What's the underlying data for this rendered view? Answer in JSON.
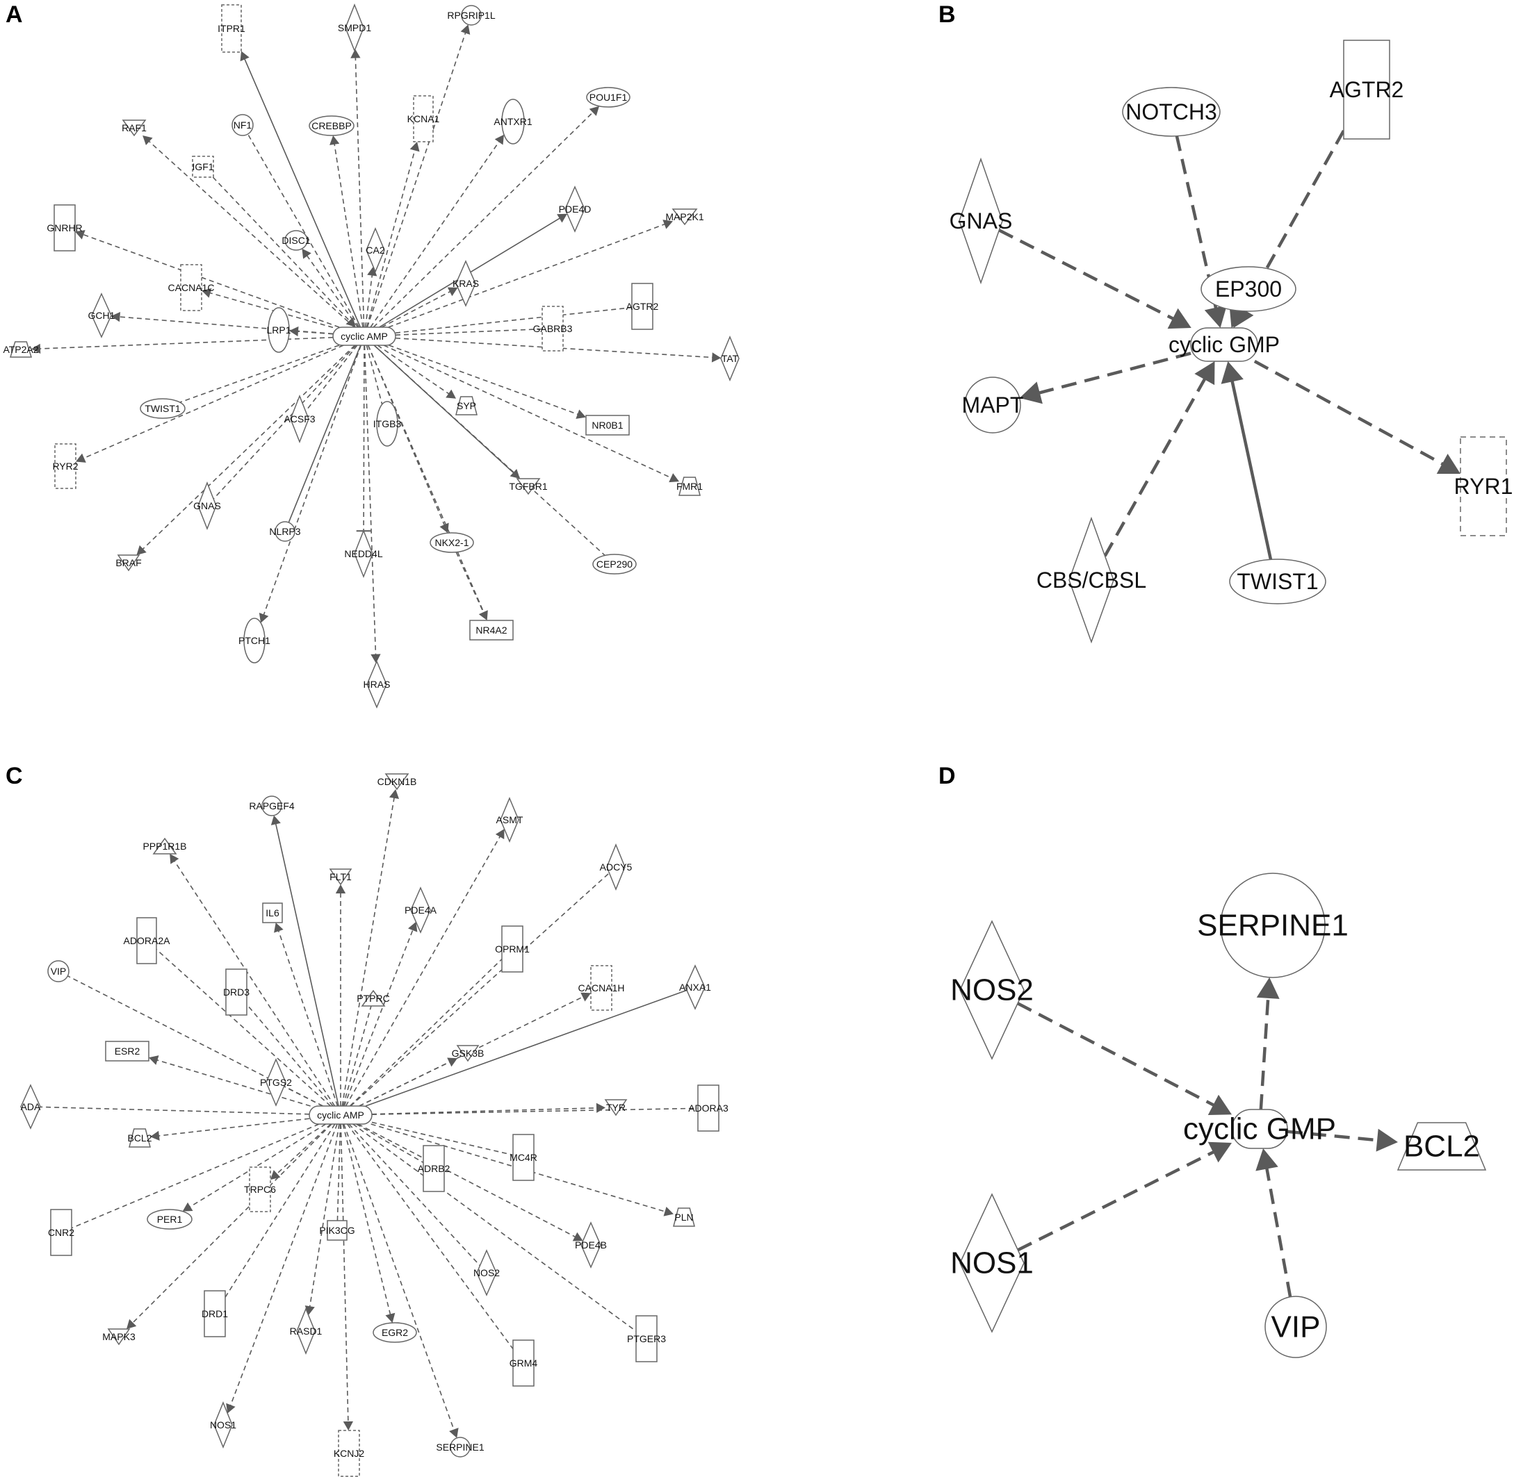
{
  "panels": [
    {
      "id": "A",
      "letter": "A",
      "center": {
        "label": "cyclic AMP",
        "shape": "rounded"
      },
      "nodes": [
        {
          "id": "ITPR1",
          "label": "ITPR1",
          "shape": "dashed-rect",
          "edge": "out",
          "line": "solid"
        },
        {
          "id": "SMPD1",
          "label": "SMPD1",
          "shape": "diamond",
          "edge": "out",
          "line": "dashed"
        },
        {
          "id": "RPGRIP1L",
          "label": "RPGRIP1L",
          "shape": "circle",
          "edge": "out",
          "line": "dashed"
        },
        {
          "id": "POU1F1",
          "label": "POU1F1",
          "shape": "ellipse",
          "edge": "out",
          "line": "dashed"
        },
        {
          "id": "ANTXR1",
          "label": "ANTXR1",
          "shape": "ellipse-v",
          "edge": "out",
          "line": "dashed"
        },
        {
          "id": "KCNA1",
          "label": "KCNA1",
          "shape": "dashed-rect",
          "edge": "out",
          "line": "dashed"
        },
        {
          "id": "CREBBP",
          "label": "CREBBP",
          "shape": "ellipse",
          "edge": "out",
          "line": "dashed"
        },
        {
          "id": "NF1",
          "label": "NF1",
          "shape": "circle",
          "edge": "none",
          "line": "dashed"
        },
        {
          "id": "RAF1",
          "label": "RAF1",
          "shape": "triangle-down",
          "edge": "out",
          "line": "dashed"
        },
        {
          "id": "IGF1",
          "label": "IGF1",
          "shape": "dashed-rect",
          "edge": "in",
          "line": "dashed"
        },
        {
          "id": "GNRHR",
          "label": "GNRHR",
          "shape": "rect-v",
          "edge": "out",
          "line": "dashed"
        },
        {
          "id": "DISC1",
          "label": "DISC1",
          "shape": "circle",
          "edge": "out",
          "line": "dashed"
        },
        {
          "id": "CA2",
          "label": "CA2",
          "shape": "diamond",
          "edge": "out",
          "line": "dashed"
        },
        {
          "id": "PDE4D",
          "label": "PDE4D",
          "shape": "diamond",
          "edge": "out",
          "line": "solid"
        },
        {
          "id": "MAP2K1",
          "label": "MAP2K1",
          "shape": "triangle-down",
          "edge": "out",
          "line": "dashed"
        },
        {
          "id": "KRAS",
          "label": "KRAS",
          "shape": "diamond",
          "edge": "out",
          "line": "dashed"
        },
        {
          "id": "CACNA1C",
          "label": "CACNA1C",
          "shape": "dashed-rect",
          "edge": "out",
          "line": "dashed"
        },
        {
          "id": "GCH1",
          "label": "GCH1",
          "shape": "diamond",
          "edge": "out",
          "line": "dashed"
        },
        {
          "id": "LRP1",
          "label": "LRP1",
          "shape": "ellipse-v",
          "edge": "out",
          "line": "dashed"
        },
        {
          "id": "AGTR2",
          "label": "AGTR2",
          "shape": "rect-v",
          "edge": "none",
          "line": "dashed"
        },
        {
          "id": "GABRB3",
          "label": "GABRB3",
          "shape": "dashed-rect",
          "edge": "none",
          "line": "dashed"
        },
        {
          "id": "ATP2A2",
          "label": "ATP2A2",
          "shape": "trapezoid",
          "edge": "out",
          "line": "dashed"
        },
        {
          "id": "TAT",
          "label": "TAT",
          "shape": "diamond",
          "edge": "out",
          "line": "dashed"
        },
        {
          "id": "TWIST1",
          "label": "TWIST1",
          "shape": "ellipse",
          "edge": "none",
          "line": "dashed"
        },
        {
          "id": "ACSF3",
          "label": "ACSF3",
          "shape": "diamond",
          "edge": "none",
          "line": "dashed"
        },
        {
          "id": "ITGB3",
          "label": "ITGB3",
          "shape": "ellipse-v",
          "edge": "none",
          "line": "dashed"
        },
        {
          "id": "SYP",
          "label": "SYP",
          "shape": "trapezoid",
          "edge": "out",
          "line": "dashed"
        },
        {
          "id": "NR0B1",
          "label": "NR0B1",
          "shape": "rect",
          "edge": "out",
          "line": "dashed"
        },
        {
          "id": "RYR2",
          "label": "RYR2",
          "shape": "dashed-rect",
          "edge": "out",
          "line": "dashed"
        },
        {
          "id": "FMR1",
          "label": "FMR1",
          "shape": "trapezoid",
          "edge": "out",
          "line": "dashed"
        },
        {
          "id": "TGFBR1",
          "label": "TGFBR1",
          "shape": "triangle-down",
          "edge": "out",
          "line": "solid"
        },
        {
          "id": "GNAS",
          "label": "GNAS",
          "shape": "diamond",
          "edge": "none",
          "line": "dashed"
        },
        {
          "id": "NLRP3",
          "label": "NLRP3",
          "shape": "circle",
          "edge": "none",
          "line": "solid"
        },
        {
          "id": "NEDD4L",
          "label": "NEDD4L",
          "shape": "diamond",
          "edge": "inhibit",
          "line": "dashed"
        },
        {
          "id": "NKX2-1",
          "label": "NKX2-1",
          "shape": "ellipse",
          "edge": "out",
          "line": "dashed"
        },
        {
          "id": "CEP290",
          "label": "CEP290",
          "shape": "ellipse",
          "edge": "none",
          "line": "dashed"
        },
        {
          "id": "BRAF",
          "label": "BRAF",
          "shape": "triangle-down",
          "edge": "out",
          "line": "dashed"
        },
        {
          "id": "PTCH1",
          "label": "PTCH1",
          "shape": "ellipse-v",
          "edge": "out",
          "line": "dashed"
        },
        {
          "id": "HRAS",
          "label": "HRAS",
          "shape": "diamond",
          "edge": "out",
          "line": "dashed"
        },
        {
          "id": "NR4A2",
          "label": "NR4A2",
          "shape": "rect",
          "edge": "none",
          "line": "dashed"
        }
      ],
      "extra_edges": [
        {
          "from": "NKX2-1",
          "to": "NR4A2",
          "edge": "out",
          "line": "dashed"
        }
      ]
    },
    {
      "id": "B",
      "letter": "B",
      "center": {
        "label": "cyclic GMP",
        "shape": "rounded"
      },
      "nodes": [
        {
          "id": "AGTR2",
          "label": "AGTR2",
          "shape": "rect-v",
          "edge": "in",
          "line": "dashed"
        },
        {
          "id": "NOTCH3",
          "label": "NOTCH3",
          "shape": "ellipse",
          "edge": "in",
          "line": "dashed"
        },
        {
          "id": "GNAS",
          "label": "GNAS",
          "shape": "diamond",
          "edge": "in",
          "line": "dashed"
        },
        {
          "id": "EP300",
          "label": "EP300",
          "shape": "ellipse",
          "edge": "in",
          "line": "dashed"
        },
        {
          "id": "MAPT",
          "label": "MAPT",
          "shape": "circle",
          "edge": "out",
          "line": "dashed"
        },
        {
          "id": "RYR1",
          "label": "RYR1",
          "shape": "dashed-rect",
          "edge": "out",
          "line": "dashed"
        },
        {
          "id": "CBS/CBSL",
          "label": "CBS/CBSL",
          "shape": "diamond",
          "edge": "in",
          "line": "dashed"
        },
        {
          "id": "TWIST1",
          "label": "TWIST1",
          "shape": "ellipse",
          "edge": "in-from-inhibit",
          "line": "solid"
        }
      ]
    },
    {
      "id": "C",
      "letter": "C",
      "center": {
        "label": "cyclic AMP",
        "shape": "rounded"
      },
      "nodes": [
        {
          "id": "CDKN1B",
          "label": "CDKN1B",
          "shape": "triangle-down",
          "edge": "out",
          "line": "dashed"
        },
        {
          "id": "RAPGEF4",
          "label": "RAPGEF4",
          "shape": "circle",
          "edge": "out",
          "line": "solid"
        },
        {
          "id": "ASMT",
          "label": "ASMT",
          "shape": "diamond",
          "edge": "out",
          "line": "dashed"
        },
        {
          "id": "PPP1R1B",
          "label": "PPP1R1B",
          "shape": "triangle-up",
          "edge": "out",
          "line": "dashed"
        },
        {
          "id": "ADCY5",
          "label": "ADCY5",
          "shape": "diamond",
          "edge": "none",
          "line": "dashed"
        },
        {
          "id": "FLT1",
          "label": "FLT1",
          "shape": "triangle-down",
          "edge": "out",
          "line": "dashed"
        },
        {
          "id": "PDE4A",
          "label": "PDE4A",
          "shape": "diamond",
          "edge": "out",
          "line": "dashed"
        },
        {
          "id": "IL6",
          "label": "IL6",
          "shape": "rect",
          "edge": "out",
          "line": "dashed"
        },
        {
          "id": "ADORA2A",
          "label": "ADORA2A",
          "shape": "rect-v",
          "edge": "none",
          "line": "dashed"
        },
        {
          "id": "OPRM1",
          "label": "OPRM1",
          "shape": "rect-v",
          "edge": "none",
          "line": "dashed"
        },
        {
          "id": "VIP",
          "label": "VIP",
          "shape": "circle",
          "edge": "none",
          "line": "dashed"
        },
        {
          "id": "DRD3",
          "label": "DRD3",
          "shape": "rect-v",
          "edge": "none",
          "line": "dashed"
        },
        {
          "id": "CACNA1H",
          "label": "CACNA1H",
          "shape": "dashed-rect",
          "edge": "out",
          "line": "dashed"
        },
        {
          "id": "ANXA1",
          "label": "ANXA1",
          "shape": "diamond",
          "edge": "none",
          "line": "solid"
        },
        {
          "id": "PTPRC",
          "label": "PTPRC",
          "shape": "triangle-up",
          "edge": "none",
          "line": "dashed"
        },
        {
          "id": "ESR2",
          "label": "ESR2",
          "shape": "rect",
          "edge": "out",
          "line": "dashed"
        },
        {
          "id": "GSK3B",
          "label": "GSK3B",
          "shape": "triangle-down",
          "edge": "out",
          "line": "dashed"
        },
        {
          "id": "PTGS2",
          "label": "PTGS2",
          "shape": "diamond",
          "edge": "none",
          "line": "dashed"
        },
        {
          "id": "ADA",
          "label": "ADA",
          "shape": "diamond",
          "edge": "none",
          "line": "dashed"
        },
        {
          "id": "TYR",
          "label": "TYR",
          "shape": "triangle-down",
          "edge": "out",
          "line": "dashed"
        },
        {
          "id": "ADORA3",
          "label": "ADORA3",
          "shape": "rect-v",
          "edge": "none",
          "line": "dashed"
        },
        {
          "id": "BCL2",
          "label": "BCL2",
          "shape": "trapezoid",
          "edge": "out",
          "line": "dashed"
        },
        {
          "id": "ADRB2",
          "label": "ADRB2",
          "shape": "rect-v",
          "edge": "none",
          "line": "dashed"
        },
        {
          "id": "MC4R",
          "label": "MC4R",
          "shape": "rect-v",
          "edge": "none",
          "line": "dashed"
        },
        {
          "id": "TRPC6",
          "label": "TRPC6",
          "shape": "dashed-rect",
          "edge": "out",
          "line": "dashed"
        },
        {
          "id": "CNR2",
          "label": "CNR2",
          "shape": "rect-v",
          "edge": "none",
          "line": "dashed"
        },
        {
          "id": "PER1",
          "label": "PER1",
          "shape": "ellipse",
          "edge": "out",
          "line": "dashed"
        },
        {
          "id": "PLN",
          "label": "PLN",
          "shape": "trapezoid",
          "edge": "out",
          "line": "dashed"
        },
        {
          "id": "PIK3CG",
          "label": "PIK3CG",
          "shape": "rect",
          "edge": "none",
          "line": "dashed"
        },
        {
          "id": "PDE4B",
          "label": "PDE4B",
          "shape": "diamond",
          "edge": "out",
          "line": "dashed"
        },
        {
          "id": "NOS2",
          "label": "NOS2",
          "shape": "diamond",
          "edge": "none",
          "line": "dashed"
        },
        {
          "id": "DRD1",
          "label": "DRD1",
          "shape": "rect-v",
          "edge": "none",
          "line": "dashed"
        },
        {
          "id": "MAPK3",
          "label": "MAPK3",
          "shape": "triangle-down",
          "edge": "out",
          "line": "dashed"
        },
        {
          "id": "RASD1",
          "label": "RASD1",
          "shape": "diamond",
          "edge": "out",
          "line": "dashed"
        },
        {
          "id": "EGR2",
          "label": "EGR2",
          "shape": "ellipse",
          "edge": "out",
          "line": "dashed"
        },
        {
          "id": "PTGER3",
          "label": "PTGER3",
          "shape": "rect-v",
          "edge": "none",
          "line": "dashed"
        },
        {
          "id": "GRM4",
          "label": "GRM4",
          "shape": "rect-v",
          "edge": "none",
          "line": "dashed"
        },
        {
          "id": "NOS1",
          "label": "NOS1",
          "shape": "diamond",
          "edge": "out",
          "line": "dashed"
        },
        {
          "id": "KCNJ2",
          "label": "KCNJ2",
          "shape": "dashed-rect",
          "edge": "out",
          "line": "dashed"
        },
        {
          "id": "SERPINE1",
          "label": "SERPINE1",
          "shape": "circle",
          "edge": "out",
          "line": "dashed"
        }
      ]
    },
    {
      "id": "D",
      "letter": "D",
      "center": {
        "label": "cyclic GMP",
        "shape": "rounded"
      },
      "nodes": [
        {
          "id": "SERPINE1",
          "label": "SERPINE1",
          "shape": "circle",
          "edge": "out",
          "line": "dashed"
        },
        {
          "id": "NOS2",
          "label": "NOS2",
          "shape": "diamond",
          "edge": "in",
          "line": "dashed"
        },
        {
          "id": "BCL2",
          "label": "BCL2",
          "shape": "trapezoid",
          "edge": "out",
          "line": "dashed"
        },
        {
          "id": "NOS1",
          "label": "NOS1",
          "shape": "diamond",
          "edge": "in",
          "line": "dashed"
        },
        {
          "id": "VIP",
          "label": "VIP",
          "shape": "circle",
          "edge": "in",
          "line": "dashed"
        }
      ]
    }
  ],
  "colors": {
    "stroke": "#666666",
    "edge": "#5a5a5a",
    "text": "#111111"
  }
}
